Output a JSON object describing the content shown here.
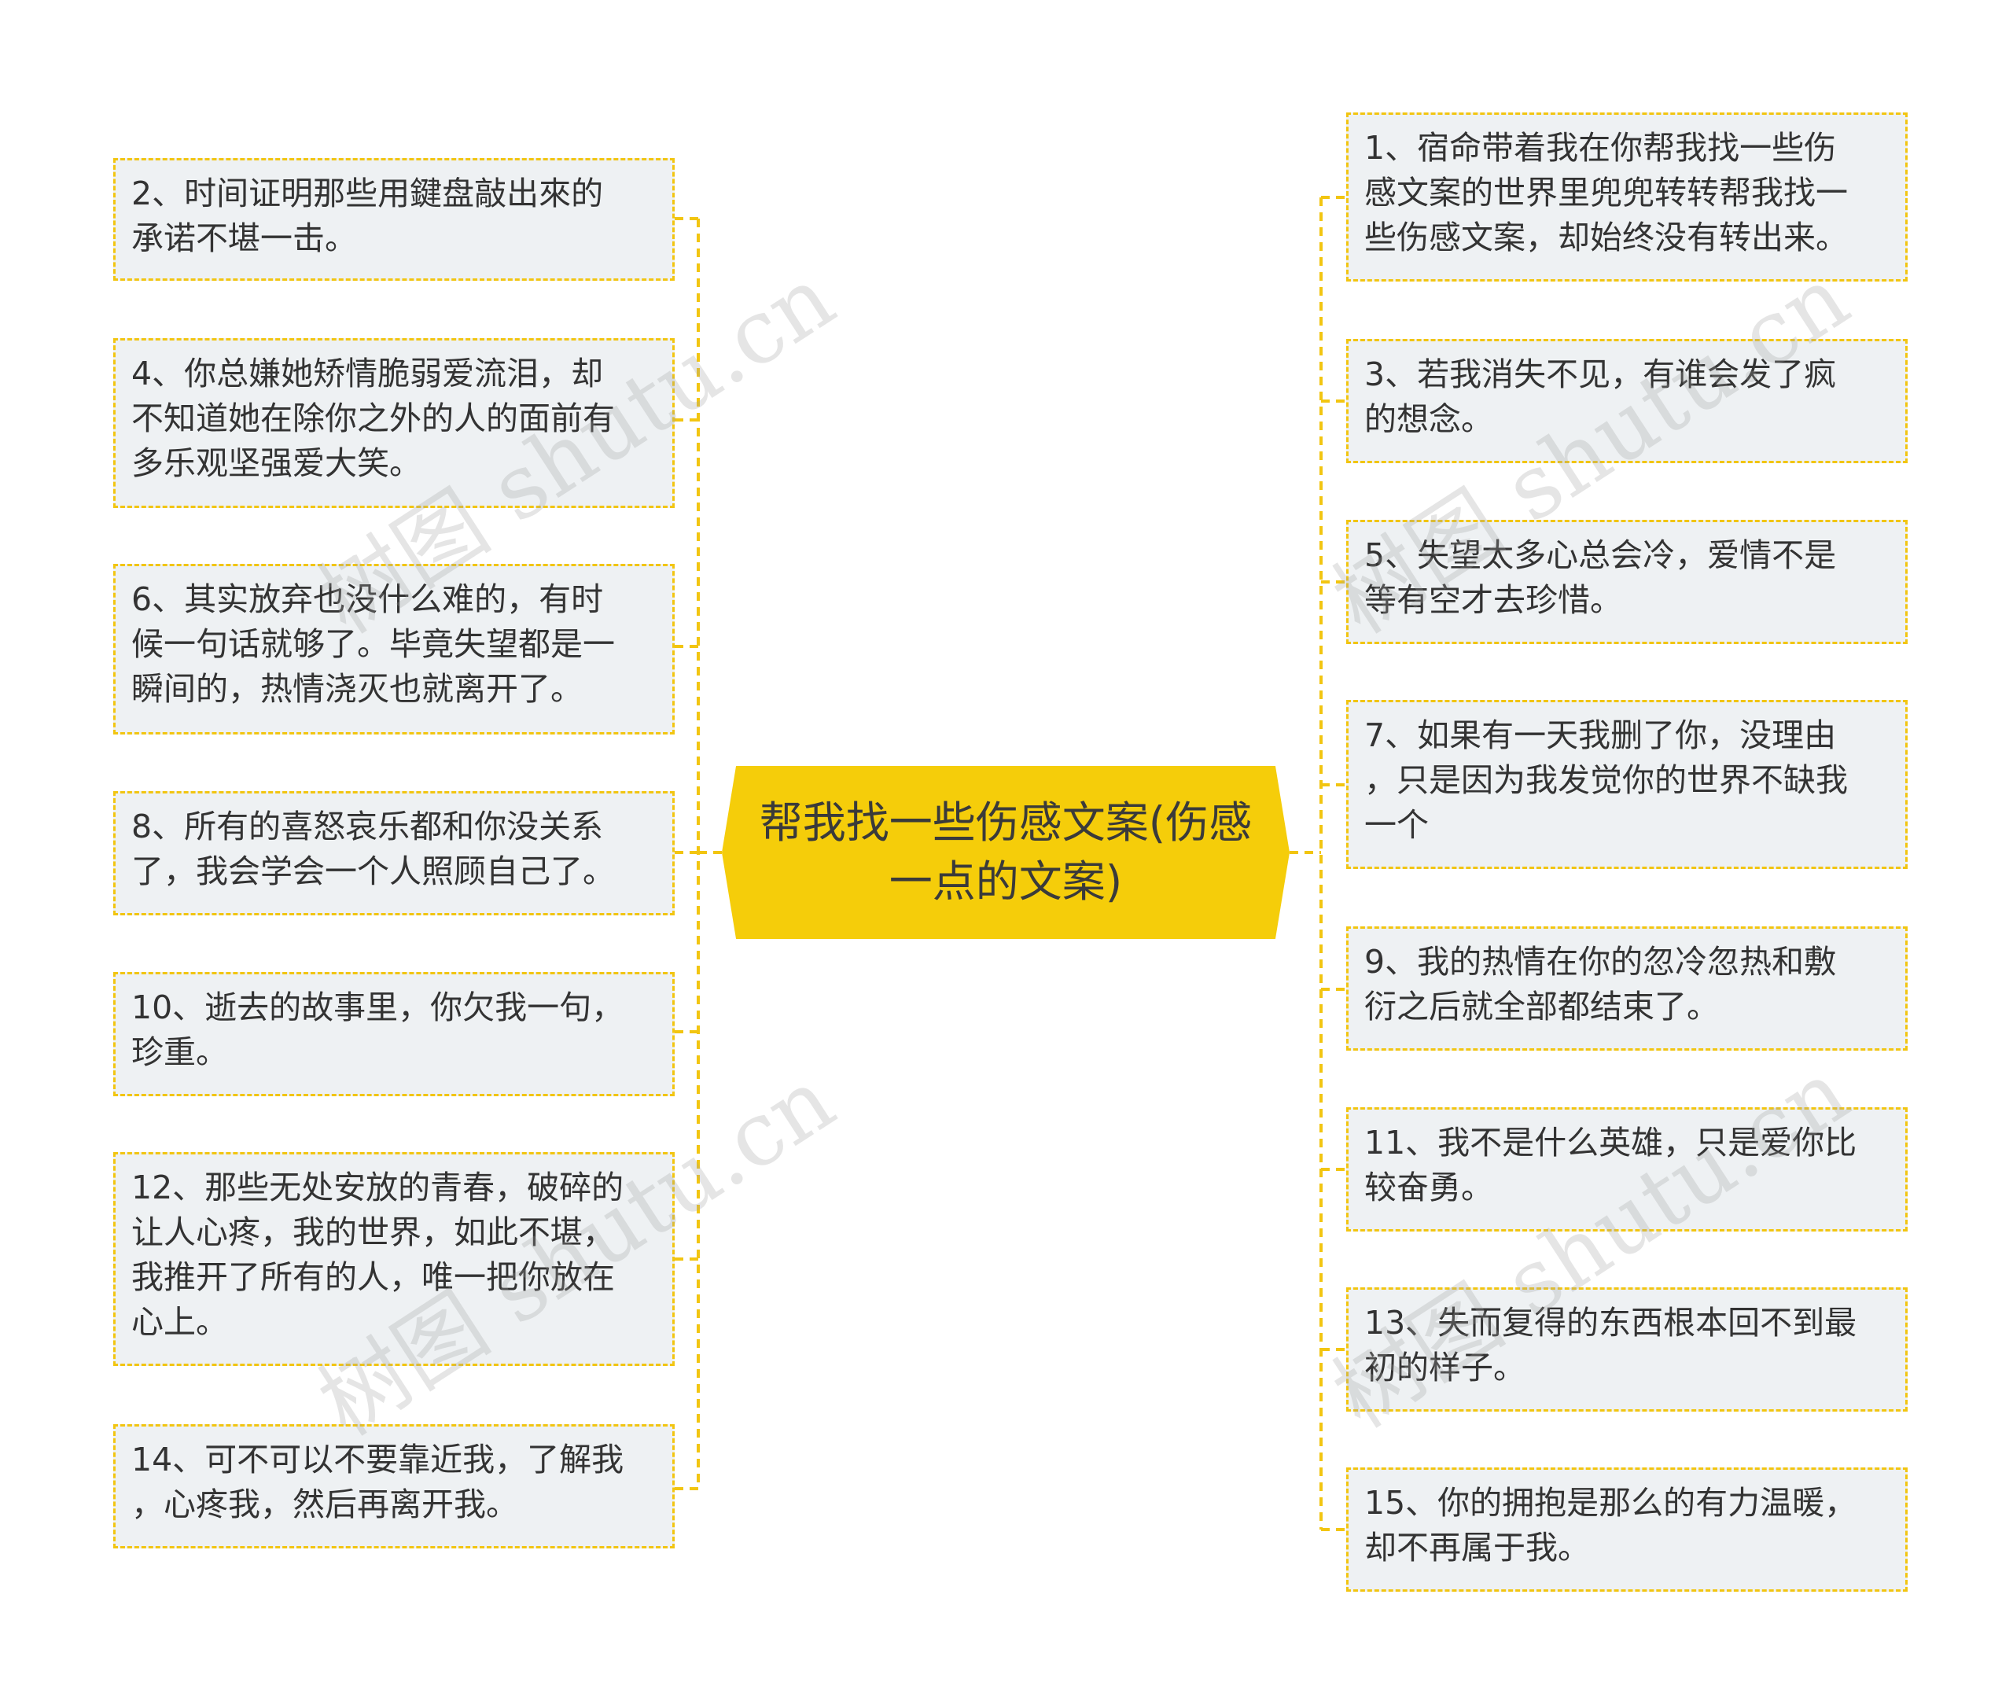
{
  "center": {
    "title": "帮我找一些伤感文案(伤感\n一点的文案)"
  },
  "left_nodes": [
    "2、时间证明那些用鍵盘敲出來的\n承诺不堪一击。",
    "4、你总嫌她矫情脆弱爱流泪，却\n不知道她在除你之外的人的面前有\n多乐观坚强爱大笑。",
    "6、其实放弃也没什么难的，有时\n候一句话就够了。毕竟失望都是一\n瞬间的，热情浇灭也就离开了。",
    "8、所有的喜怒哀乐都和你没关系\n了，我会学会一个人照顾自己了。",
    "10、逝去的故事里，你欠我一句，\n珍重。",
    "12、那些无处安放的青春，破碎的\n让人心疼，我的世界，如此不堪，\n我推开了所有的人，唯一把你放在\n心上。",
    "14、可不可以不要靠近我，了解我\n，心疼我，然后再离开我。"
  ],
  "right_nodes": [
    "1、宿命带着我在你帮我找一些伤\n感文案的世界里兜兜转转帮我找一\n些伤感文案，却始终没有转出来。",
    "3、若我消失不见，有谁会发了疯\n的想念。",
    "5、失望太多心总会冷，爱情不是\n等有空才去珍惜。",
    "7、如果有一天我删了你，没理由\n，只是因为我发觉你的世界不缺我\n一个",
    "9、我的热情在你的忽冷忽热和敷\n衍之后就全部都结束了。",
    "11、我不是什么英雄，只是爱你比\n较奋勇。",
    "13、失而复得的东西根本回不到最\n初的样子。",
    "15、你的拥抱是那么的有力温暖，\n却不再属于我。"
  ],
  "watermark": "树图 shutu.cn",
  "colors": {
    "accent": "#f5cd0a",
    "border": "#f2c511",
    "node_bg": "#eef1f3",
    "text": "#333333"
  }
}
